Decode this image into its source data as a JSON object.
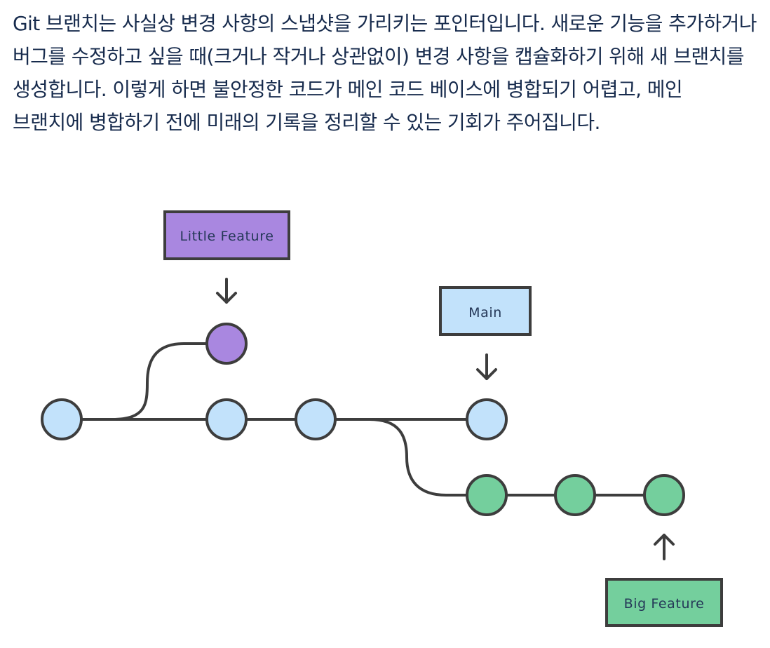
{
  "article": {
    "paragraph": "Git 브랜치는 사실상 변경 사항의 스냅샷을 가리키는 포인터입니다. 새로운 기능을 추가하거나 버그를 수정하고 싶을 때(크거나 작거나 상관없이) 변경 사항을 캡슐화하기 위해 새 브랜치를 생성합니다. 이렇게 하면 불안정한 코드가 메인 코드 베이스에 병합되기 어렵고, 메인 브랜치에 병합하기 전에 미래의 기록을 정리할 수 있는 기회가 주어집니다."
  },
  "diagram": {
    "branches": {
      "little_feature": "Little Feature",
      "main": "Main",
      "big_feature": "Big Feature"
    },
    "colors": {
      "main_commit": "#c2e2fb",
      "little_feature_commit": "#a987e0",
      "big_feature_commit": "#74cf9d",
      "little_feature_label": "#a987e0",
      "main_label": "#c2e2fb",
      "big_feature_label": "#74cf9d",
      "stroke": "#3d3d3d"
    }
  }
}
